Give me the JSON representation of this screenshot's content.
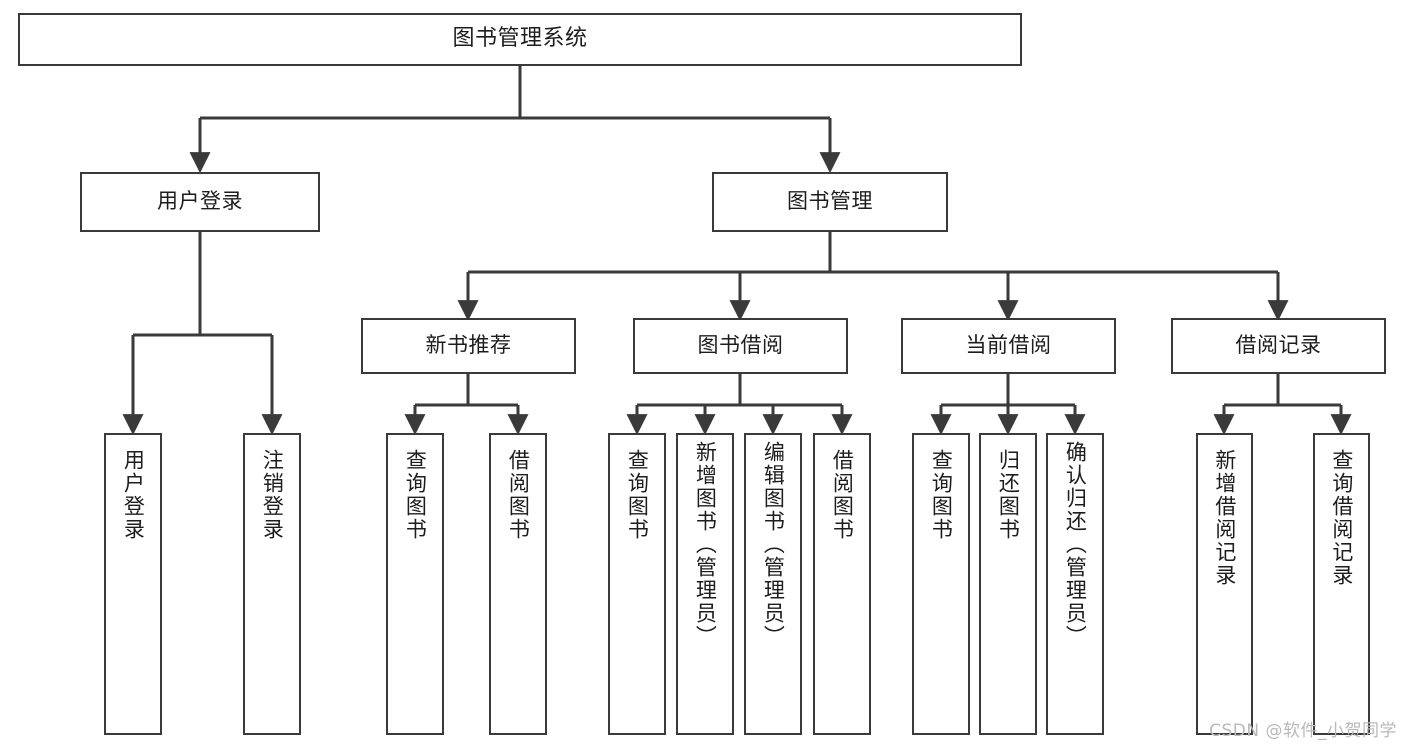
{
  "diagram": {
    "title": "图书管理系统",
    "type": "functional-structure-tree",
    "root": {
      "label": "图书管理系统"
    },
    "level2": [
      {
        "id": "user-login",
        "label": "用户登录"
      },
      {
        "id": "book-management",
        "label": "图书管理"
      }
    ],
    "level3": [
      {
        "id": "new-book-recommend",
        "label": "新书推荐",
        "parent": "book-management"
      },
      {
        "id": "book-borrow",
        "label": "图书借阅",
        "parent": "book-management"
      },
      {
        "id": "current-borrow",
        "label": "当前借阅",
        "parent": "book-management"
      },
      {
        "id": "borrow-record",
        "label": "借阅记录",
        "parent": "book-management"
      }
    ],
    "leaves": {
      "user_login": [
        {
          "id": "login",
          "label": "用户登录"
        },
        {
          "id": "logout",
          "label": "注销登录"
        }
      ],
      "new_book_recommend": [
        {
          "id": "query-book-1",
          "label": "查询图书"
        },
        {
          "id": "borrow-book-1",
          "label": "借阅图书"
        }
      ],
      "book_borrow": [
        {
          "id": "query-book-2",
          "label": "查询图书"
        },
        {
          "id": "add-book",
          "label": "新增图书（管理员）"
        },
        {
          "id": "edit-book",
          "label": "编辑图书（管理员）"
        },
        {
          "id": "borrow-book-2",
          "label": "借阅图书"
        }
      ],
      "current_borrow": [
        {
          "id": "query-book-3",
          "label": "查询图书"
        },
        {
          "id": "return-book",
          "label": "归还图书"
        },
        {
          "id": "confirm-return",
          "label": "确认归还（管理员）"
        }
      ],
      "borrow_record": [
        {
          "id": "add-record",
          "label": "新增借阅记录"
        },
        {
          "id": "query-record",
          "label": "查询借阅记录"
        }
      ]
    },
    "colors": {
      "stroke": "#3a3a3a",
      "fill": "#ffffff",
      "text": "#1d1d1d",
      "watermark": "#b9b9b9"
    }
  },
  "watermark": {
    "text": "CSDN @软件_小贺同学"
  }
}
